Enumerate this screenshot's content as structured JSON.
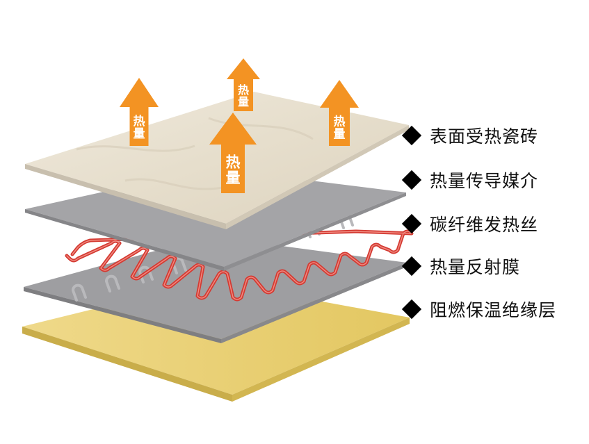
{
  "layers": [
    {
      "label": "表面受热瓷砖"
    },
    {
      "label": "热量传导媒介"
    },
    {
      "label": "碳纤维发热丝"
    },
    {
      "label": "热量反射膜"
    },
    {
      "label": "阻燃保温绝缘层"
    }
  ],
  "heat_arrow_text": [
    "热",
    "量"
  ],
  "colors": {
    "tile": "#e9e1d1",
    "conduction": "#a3a3a6",
    "reflect_film": "#9c9c9f",
    "heating_wire": "#d43a32",
    "insulation": "#ead27a",
    "arrow": "#f39323"
  }
}
